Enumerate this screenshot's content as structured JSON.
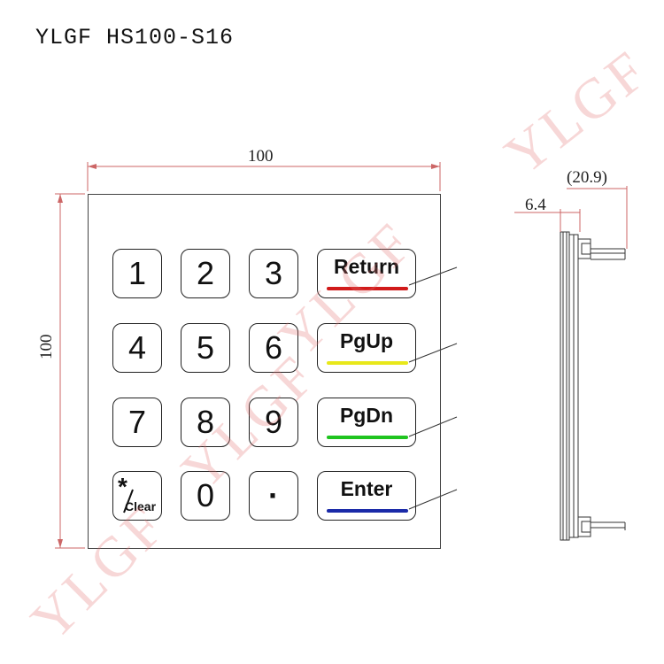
{
  "title": "YLGF HS100-S16",
  "dimensions": {
    "width": "100",
    "height": "100",
    "depth": "(20.9)",
    "front_depth": "6.4"
  },
  "keys": {
    "k1": "1",
    "k2": "2",
    "k3": "3",
    "k4": "4",
    "k5": "5",
    "k6": "6",
    "k7": "7",
    "k8": "8",
    "k9": "9",
    "k0": "0",
    "dot": "·",
    "clear_symbol": "*",
    "clear_label": "Clear"
  },
  "function_keys": {
    "return": {
      "label": "Return",
      "color": "#d11a1a"
    },
    "pgup": {
      "label": "PgUp",
      "color": "#e8e81a"
    },
    "pgdn": {
      "label": "PgDn",
      "color": "#1fc41f"
    },
    "enter": {
      "label": "Enter",
      "color": "#1a2aa8"
    }
  },
  "watermark": "YLGF"
}
